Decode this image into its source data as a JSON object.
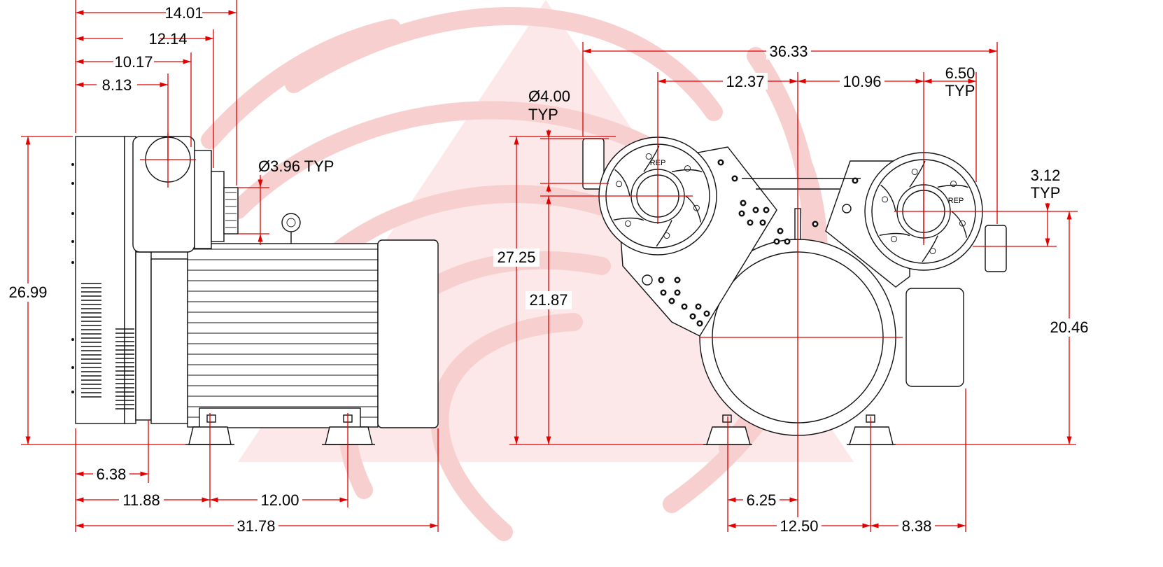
{
  "drawing": {
    "left_view": {
      "dims": {
        "d1": "14.01",
        "d2": "12.14",
        "d3": "10.17",
        "d4": "8.13",
        "port": "Ø3.96 TYP",
        "height": "26.99",
        "b1": "6.38",
        "b2": "11.88",
        "b3": "12.00",
        "b4": "31.78"
      }
    },
    "right_view": {
      "dims": {
        "top": "36.33",
        "c1": "12.37",
        "c2": "10.96",
        "c3a": "6.50",
        "c3b": "TYP",
        "port1a": "Ø4.00",
        "port1b": "TYP",
        "port2a": "3.12",
        "port2b": "TYP",
        "h1": "27.25",
        "h2": "21.87",
        "h3": "20.46",
        "b1": "6.25",
        "b2": "12.50",
        "b3": "8.38"
      },
      "rotor_label": "REP"
    },
    "colors": {
      "dimension": "#e00000",
      "outline": "#111111",
      "watermark": "#f7c9c9"
    }
  }
}
